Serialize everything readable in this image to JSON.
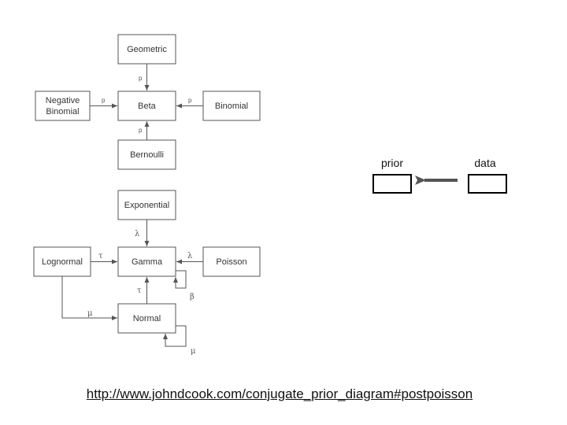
{
  "diagram": {
    "nodes": {
      "geometric": "Geometric",
      "negative_binomial_line1": "Negative",
      "negative_binomial_line2": "Binomial",
      "beta": "Beta",
      "binomial": "Binomial",
      "bernoulli": "Bernoulli",
      "exponential": "Exponential",
      "lognormal": "Lognormal",
      "gamma": "Gamma",
      "poisson": "Poisson",
      "normal": "Normal"
    },
    "edge_labels": {
      "geometric_to_beta": "p",
      "negbin_to_beta": "p",
      "binomial_to_beta": "p",
      "bernoulli_to_beta": "p",
      "exponential_to_gamma": "λ",
      "lognormal_to_gamma": "τ",
      "poisson_to_gamma": "λ",
      "gamma_self": "β",
      "normal_to_gamma": "τ",
      "lognormal_to_normal": "μ",
      "normal_self": "μ"
    }
  },
  "legend": {
    "prior_label": "prior",
    "data_label": "data"
  },
  "source_link": "http://www.johndcook.com/conjugate_prior_diagram#postpoisson"
}
